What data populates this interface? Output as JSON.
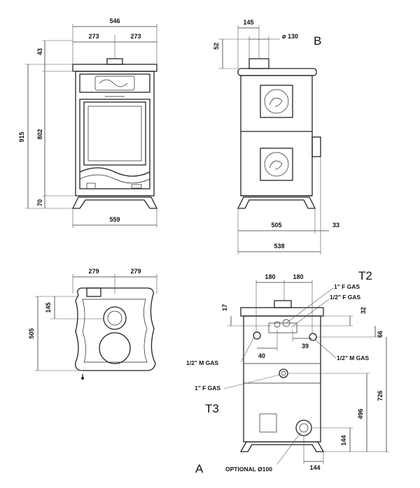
{
  "views": {
    "front": {
      "width_total": "546",
      "half_left": "273",
      "half_right": "273",
      "height_total": "915",
      "top": "43",
      "body": "802",
      "bottom": "70",
      "base_width": "559"
    },
    "side": {
      "label": "B",
      "offset": "145",
      "diameter": "ø 130",
      "top_height": "52",
      "depth": "505",
      "back": "33",
      "total_depth": "538"
    },
    "top": {
      "half_left": "279",
      "half_right": "279",
      "offset": "145",
      "depth": "505"
    },
    "rear": {
      "label_t2": "T2",
      "label_t3": "T3",
      "label_a": "A",
      "half_left": "180",
      "half_right": "180",
      "top_offset": "17",
      "right_offset": "32",
      "right_side": "66",
      "inner_left": "40",
      "inner_right": "39",
      "height_726": "726",
      "height_496": "496",
      "height_144": "144",
      "bottom_144": "144",
      "gas_f1_top": "1\" F GAS",
      "gas_f_half": "1/2\" F GAS",
      "gas_m_left": "1/2\" M GAS",
      "gas_m_right": "1/2\" M GAS",
      "gas_f1_mid": "1\" F GAS",
      "optional": "OPTIONAL Ø100"
    }
  }
}
